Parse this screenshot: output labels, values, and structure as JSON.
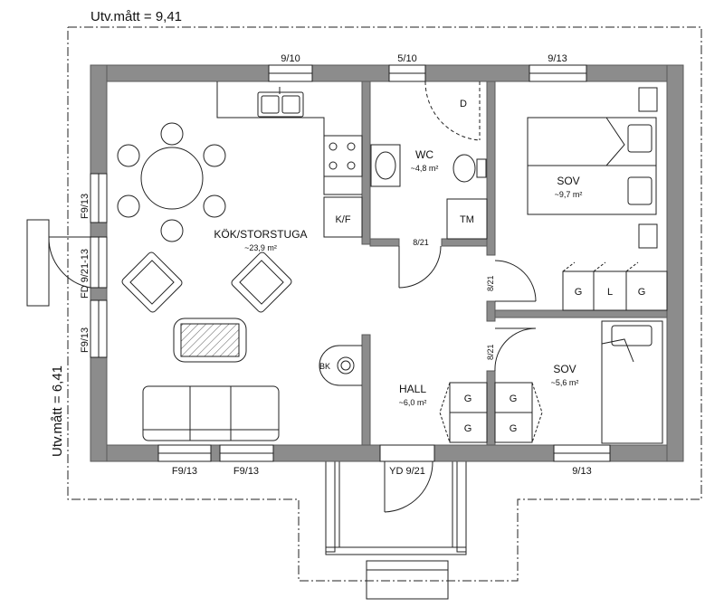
{
  "colors": {
    "wall": "#8c8c8c",
    "wall_edge": "#5a5a5a",
    "line": "#222222",
    "window_fill": "#ffffff",
    "hatch": "#555555"
  },
  "dimensions": {
    "width_label": "Utv.mått = 9,41",
    "depth_label": "Utv.mått = 6,41"
  },
  "rooms": {
    "kitchen": {
      "name": "KÖK/STORSTUGA",
      "area": "~23,9 m²"
    },
    "wc": {
      "name": "WC",
      "area": "~4,8 m²"
    },
    "sov1": {
      "name": "SOV",
      "area": "~9,7 m²"
    },
    "sov2": {
      "name": "SOV",
      "area": "~5,6 m²"
    },
    "hall": {
      "name": "HALL",
      "area": "~6,0 m²"
    }
  },
  "openings": {
    "win_top_kitchen": "9/10",
    "win_top_wc": "5/10",
    "win_top_sov": "9/13",
    "win_left_upper": "F9/13",
    "door_left": "FD 9/21-13",
    "win_left_lower": "F9/13",
    "win_bottom_1": "F9/13",
    "win_bottom_2": "F9/13",
    "entry_door": "YD 9/21",
    "win_bottom_sov": "9/13",
    "door_wc": "8/21",
    "door_sov1": "8/21",
    "door_sov2": "8/21"
  },
  "fixtures": {
    "shower": "D",
    "fridge": "K/F",
    "washer": "TM",
    "boiler": "BK",
    "wardrobe": [
      "G",
      "L",
      "G"
    ],
    "hall_wardrobes": [
      "G",
      "G",
      "G",
      "G"
    ]
  }
}
